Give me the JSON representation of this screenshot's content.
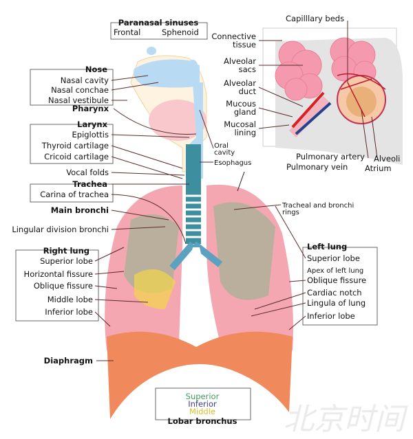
{
  "title_groups": {
    "paranasal": {
      "title": "Paranasal sinuses",
      "frontal": "Frontal",
      "sphenoid": "Sphenoid"
    },
    "nose": {
      "title": "Nose",
      "items": [
        "Nasal cavity",
        "Nasal conchae",
        "Nasal vestibule"
      ]
    },
    "pharynx": "Pharynx",
    "larynx": {
      "title": "Larynx",
      "items": [
        "Epiglottis",
        "Thyroid cartilage",
        "Cricoid cartilage"
      ]
    },
    "vocal_folds": "Vocal folds",
    "trachea": {
      "title": "Trachea",
      "items": [
        "Carina of trachea"
      ]
    },
    "main_bronchi": "Main bronchi",
    "lingular": "Lingular division bronchi",
    "right_lung": {
      "title": "Right lung",
      "items": [
        "Superior lobe",
        "Horizontal fissure",
        "Oblique fissure",
        "Middle lobe",
        "Inferior lobe"
      ]
    },
    "diaphragm": "Diaphragm",
    "inset": {
      "connective": [
        "Connective",
        "tissue"
      ],
      "alveolar_sacs": [
        "Alveolar",
        "sacs"
      ],
      "alveolar_duct": [
        "Alveolar",
        "duct"
      ],
      "mucous_gland": [
        "Mucous",
        "gland"
      ],
      "mucosal_lining": [
        "Mucosal",
        "lining"
      ],
      "capillary": "Capilllary beds",
      "pulm_artery": "Pulmonary artery",
      "pulm_vein": "Pulmonary vein",
      "alveoli": "Alveoli",
      "atrium": "Atrium"
    },
    "oral_cavity": [
      "Oral",
      "cavity"
    ],
    "esophagus": "Esophagus",
    "rings": [
      "Tracheal and bronchi",
      "rings"
    ],
    "left_lung": {
      "title": "Left lung",
      "items": [
        "Superior lobe",
        "Apex of left lung",
        "Oblique fissure",
        "Cardiac notch",
        "Lingula of lung",
        "Inferior lobe"
      ]
    },
    "lobar": {
      "title": "Lobar bronchus",
      "superior": "Superior",
      "inferior": "Inferior",
      "middle": "Middle"
    }
  },
  "watermark": "北京时间",
  "colors": {
    "lung": "#f4a7b0",
    "diaphragm": "#f08a5d",
    "airway": "#a9d4ef",
    "superior": "#3f9a5a",
    "inferior": "#3a3a8c",
    "middle": "#d8c02a"
  }
}
